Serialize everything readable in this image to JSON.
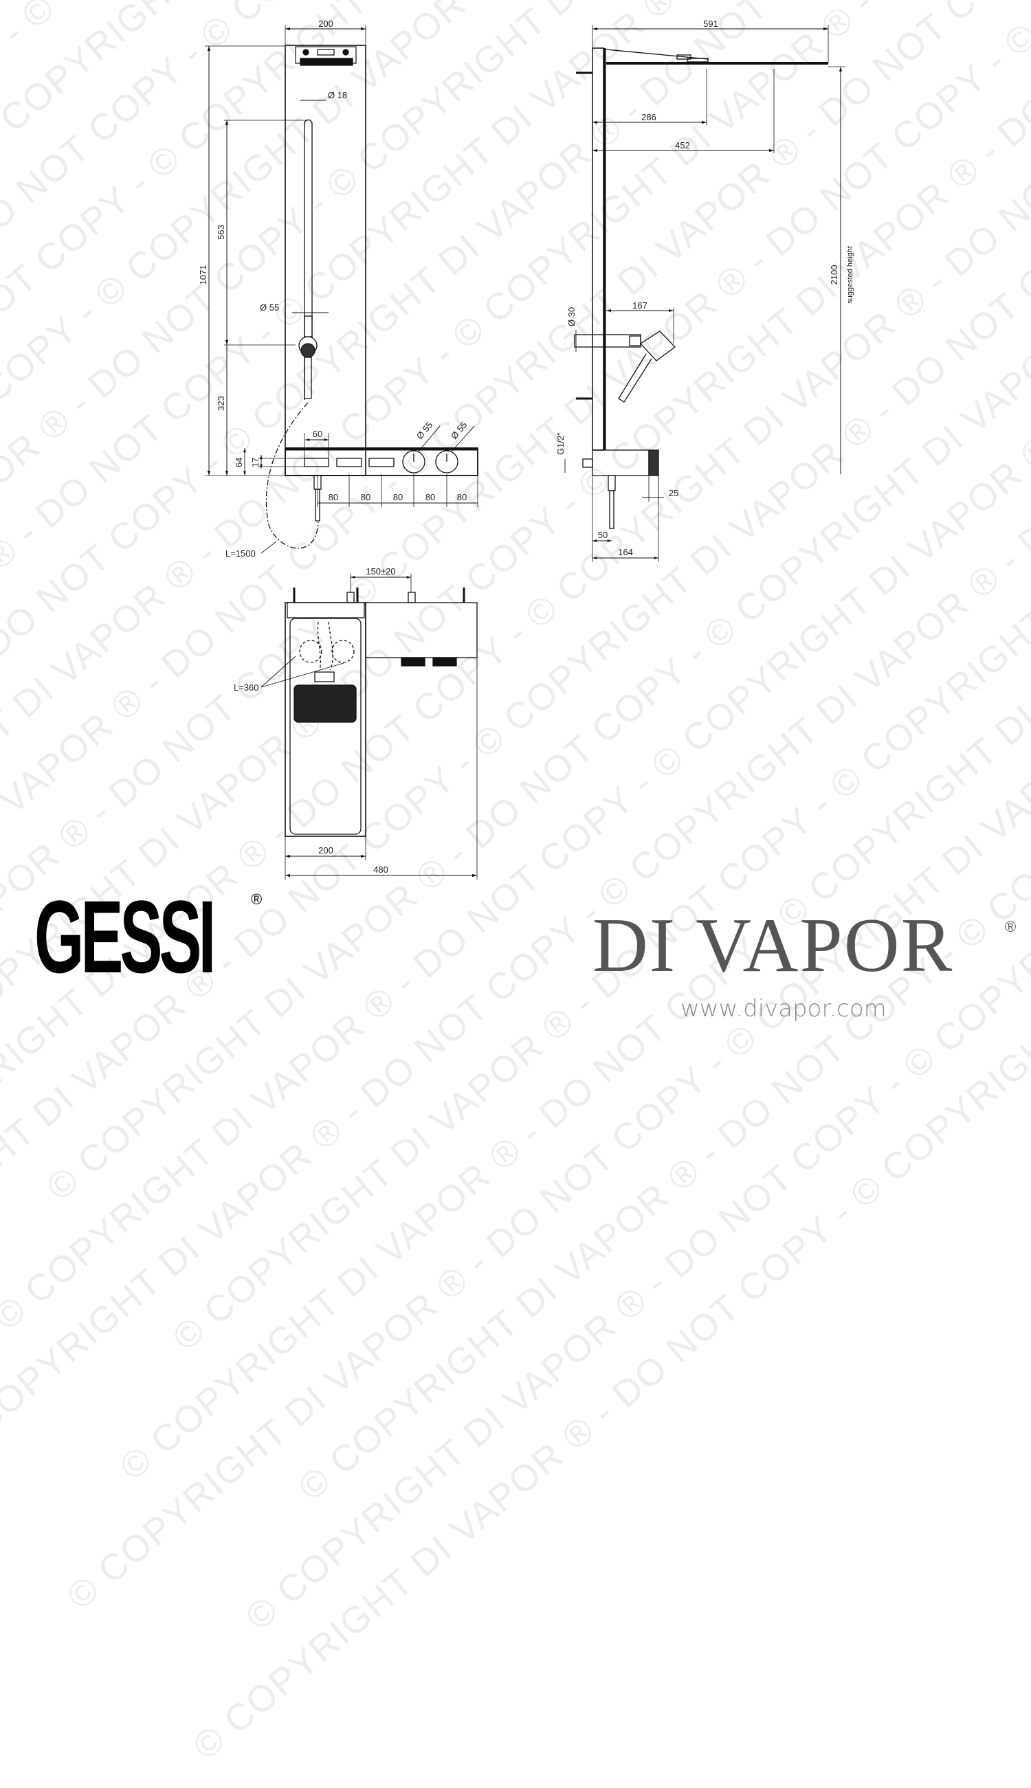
{
  "watermark": {
    "text": "© COPYRIGHT DI VAPOR ® - DO NOT COPY - ",
    "color": "#ececec"
  },
  "front_view": {
    "width_top": "200",
    "handshower_diameter_top": "Ø 18",
    "total_height": "1071",
    "slide_rail_length": "563",
    "handshower_diameter": "Ø 55",
    "lower_height": "323",
    "button_width": "60",
    "shelf_height": "64",
    "button_height": "17",
    "knob_diameter_1": "Ø 55",
    "knob_diameter_2": "Ø 55",
    "spacings": [
      "80",
      "80",
      "80",
      "80",
      "80"
    ],
    "hose_length": "L=1500"
  },
  "side_view": {
    "overall_depth": "591",
    "head_offset_1": "286",
    "head_offset_2": "452",
    "suggested_height_value": "2100",
    "suggested_height_label": "suggested height",
    "handshower_projection": "167",
    "pipe_diameter": "Ø 30",
    "inlet_thread": "G1/2\"",
    "knob_depth": "25",
    "outlet_offset": "50",
    "shelf_depth": "164"
  },
  "top_view": {
    "inlet_spacing": "150±20",
    "hose_length": "L=360",
    "column_width": "200",
    "total_width": "480"
  },
  "branding": {
    "manufacturer": "GESSI",
    "manufacturer_reg": "®",
    "retailer": "DI VAPOR",
    "retailer_reg": "®",
    "website": "www.divapor.com"
  }
}
